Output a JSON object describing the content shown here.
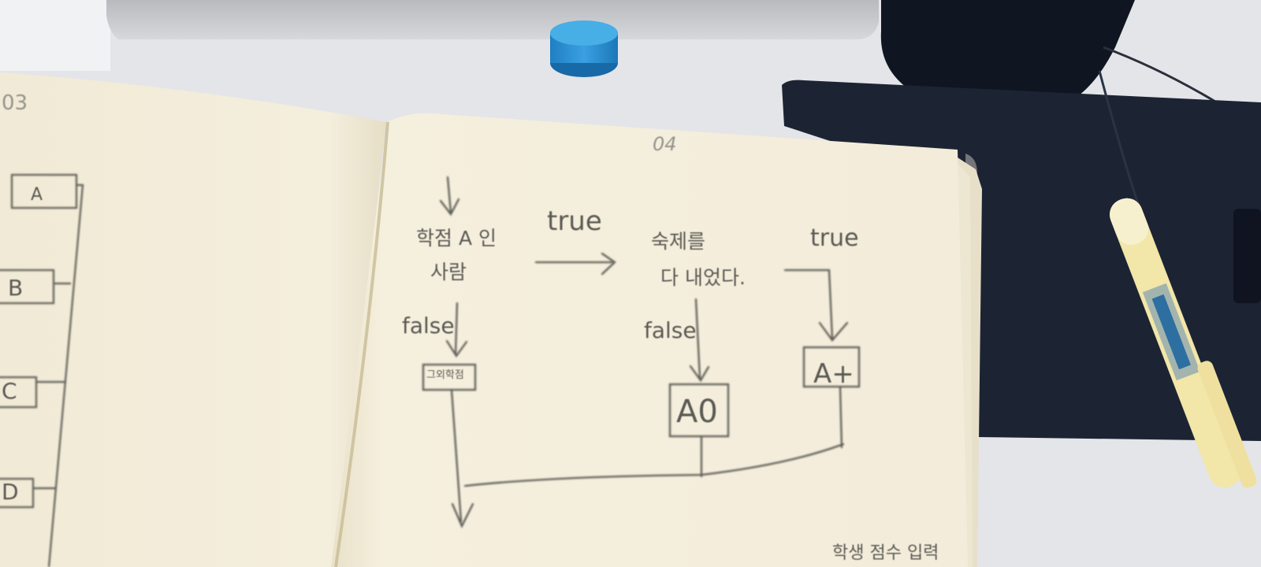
{
  "page_numbers": {
    "left": "03",
    "right": "04"
  },
  "left_page_boxes": [
    "A",
    "B",
    "C",
    "D"
  ],
  "flowchart": {
    "condition_1": {
      "line1": "학점 A 인",
      "line2": "사람"
    },
    "condition_1_true": "true",
    "condition_1_false": "false",
    "condition_2": {
      "line1": "숙제를",
      "line2": "다 내었다."
    },
    "condition_2_true": "true",
    "condition_2_false": "false",
    "result_false": "그외학점",
    "result_a0": "A0",
    "result_a_plus": "A+"
  },
  "bottom_note": "학생 점수 입력",
  "colors": {
    "paper": "#f4eedc",
    "pencil": "#4a4a46",
    "desk": "#e4e6ea",
    "mousepad": "#1c2434",
    "bottle_cap": "#2c8fd0",
    "pen_body": "#f2e6a8"
  }
}
